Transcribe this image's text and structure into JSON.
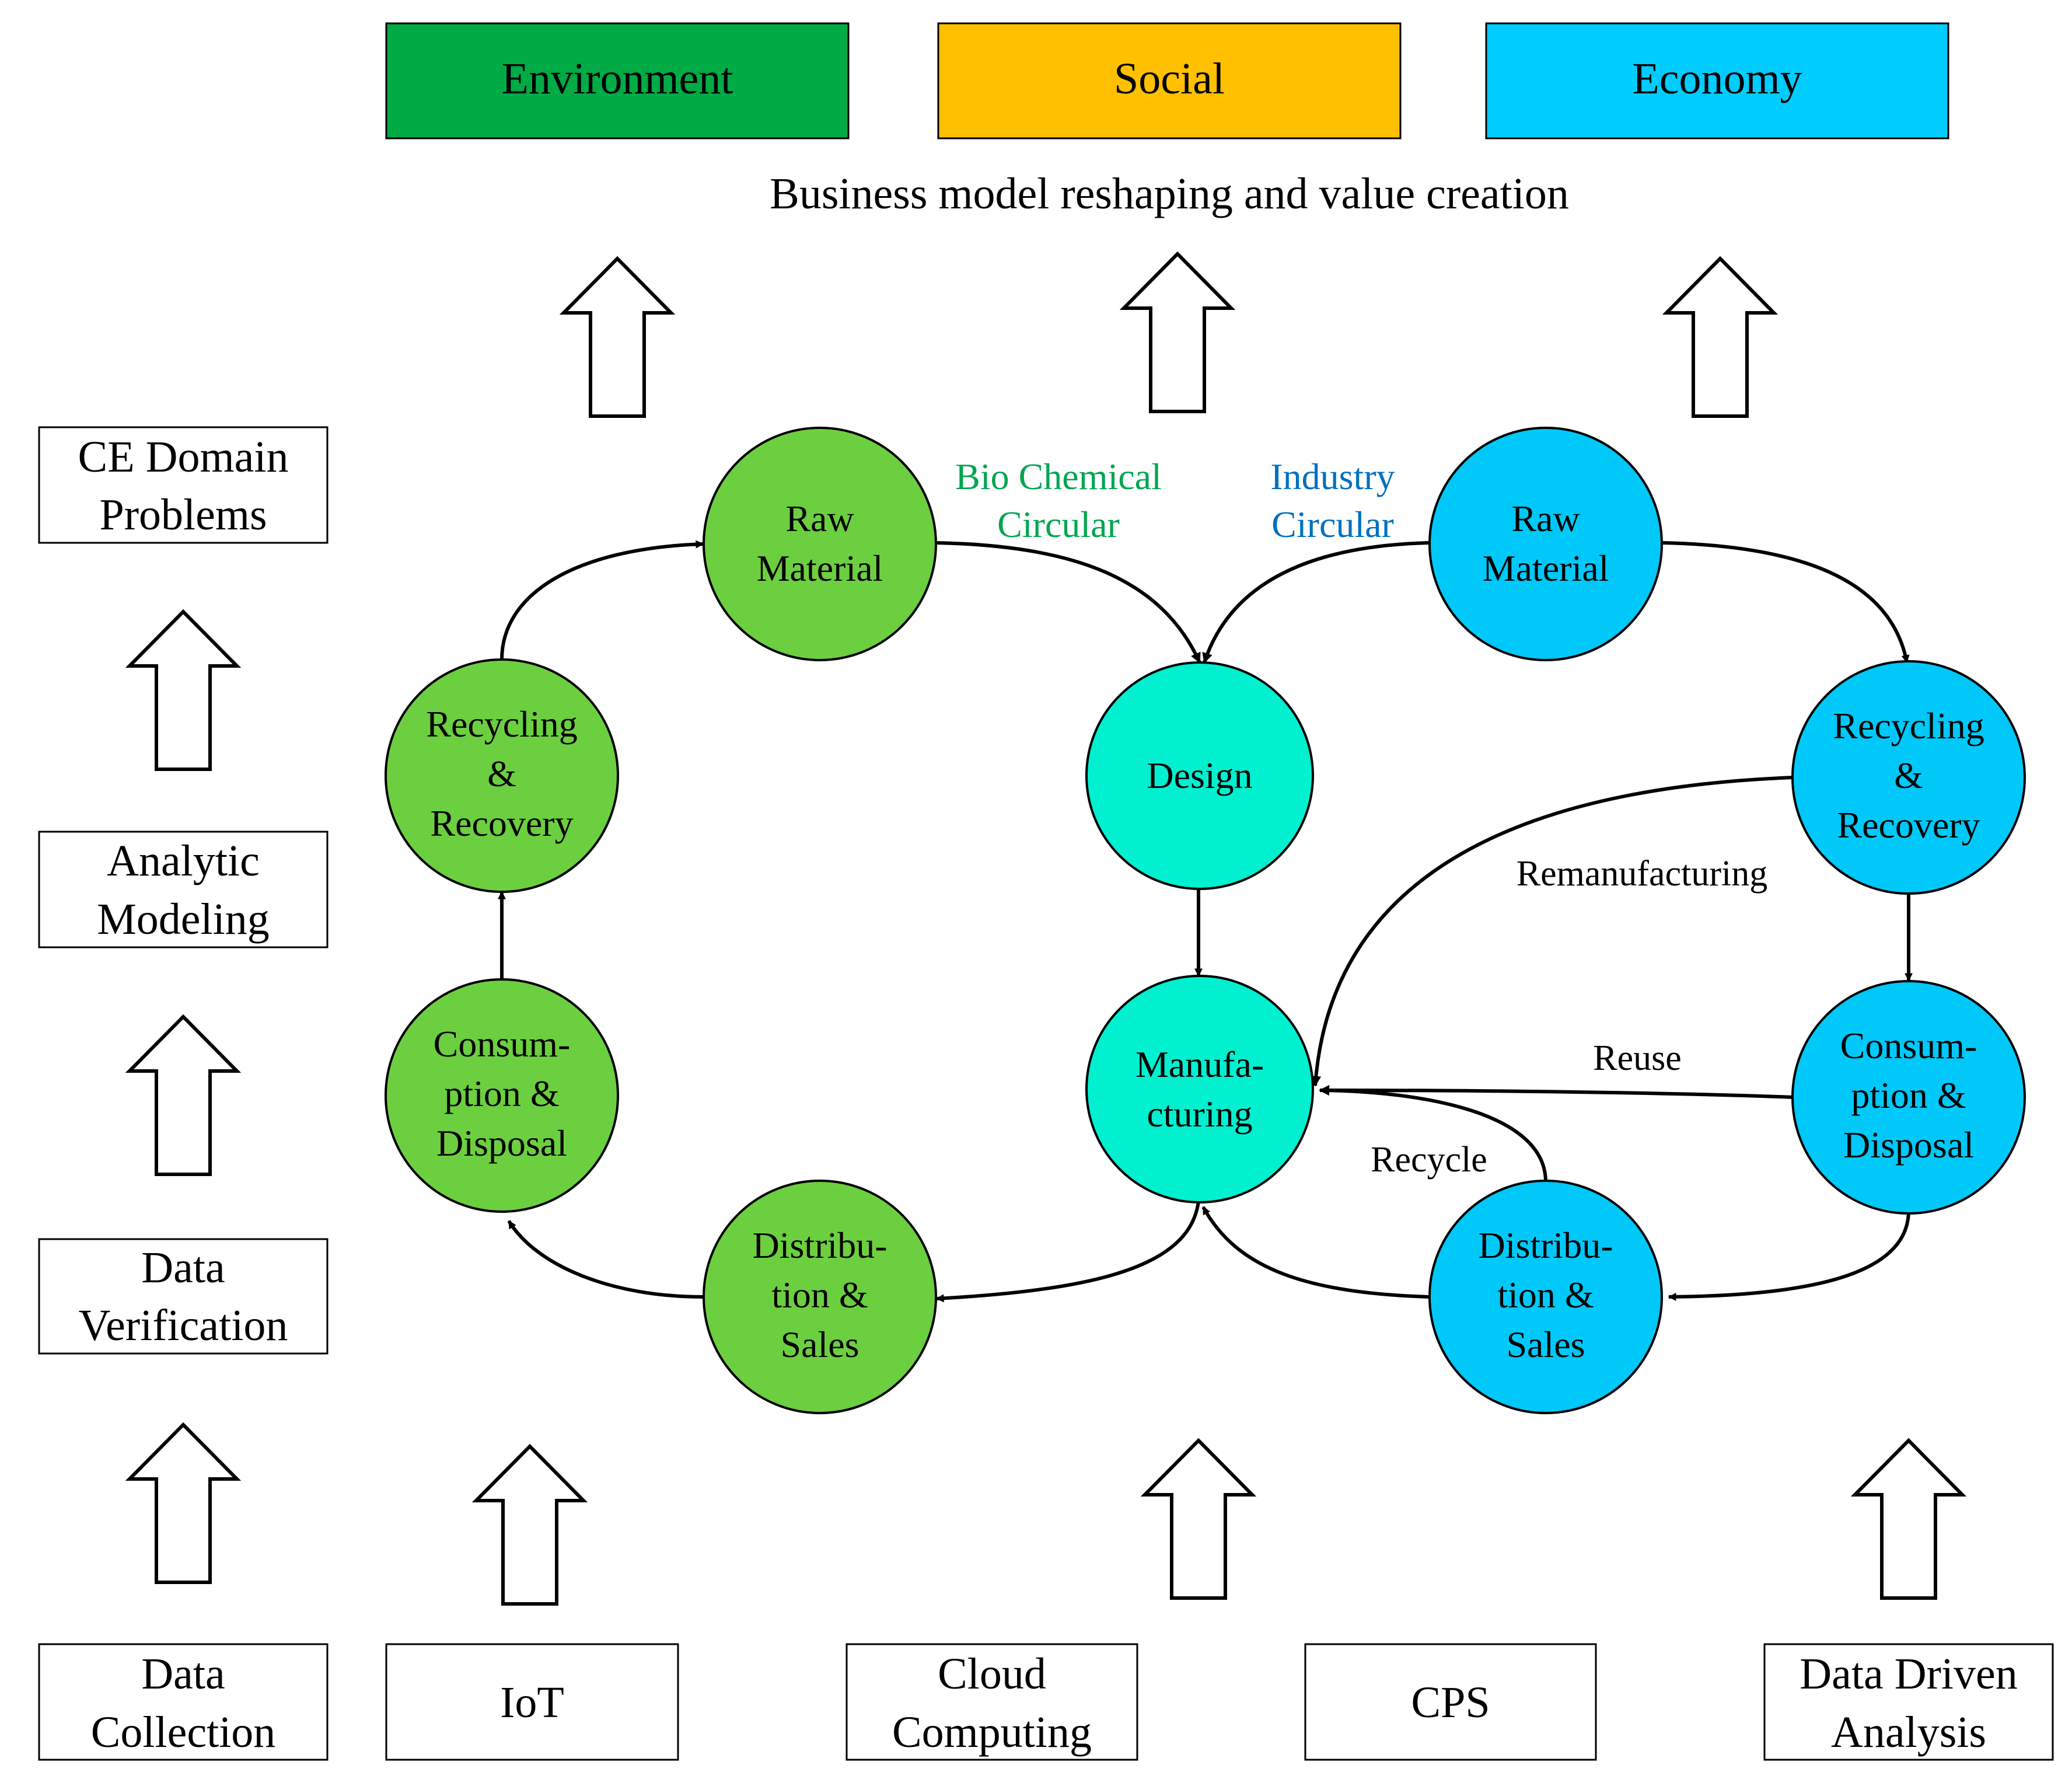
{
  "colors": {
    "environment": "#00AA44",
    "social": "#FFC000",
    "economy": "#00CCFF",
    "bio_node": "#6CCF40",
    "industry_node": "#00C8F8",
    "center_node": "#00F0D0",
    "bio_label": "#00A550",
    "industry_label": "#0070C0"
  },
  "top": {
    "pillars": [
      "Environment",
      "Social",
      "Economy"
    ],
    "subtitle": "Business model reshaping and value creation"
  },
  "left_stack": [
    "CE Domain Problems",
    "Analytic Modeling",
    "Data Verification",
    "Data Collection"
  ],
  "bottom_row": [
    "IoT",
    "Cloud Computing",
    "CPS",
    "Data Driven Analysis"
  ],
  "loops": {
    "bio": "Bio Chemical Circular",
    "industry": "Industry Circular"
  },
  "nodes": {
    "bio_raw": "Raw Material",
    "bio_recycling": "Recycling & Recovery",
    "bio_consumption": "Consum- ption & Disposal",
    "bio_distribution": "Distribu- tion & Sales",
    "design": "Design",
    "manufacturing": "Manufa- cturing",
    "ind_raw": "Raw Material",
    "ind_recycling": "Recycling & Recovery",
    "ind_consumption": "Consum- ption & Disposal",
    "ind_distribution": "Distribu- tion & Sales"
  },
  "edges": {
    "remanufacturing": "Remanufacturing",
    "reuse": "Reuse",
    "recycle": "Recycle"
  },
  "icons": [
    "hollow-up-arrow-icon"
  ]
}
